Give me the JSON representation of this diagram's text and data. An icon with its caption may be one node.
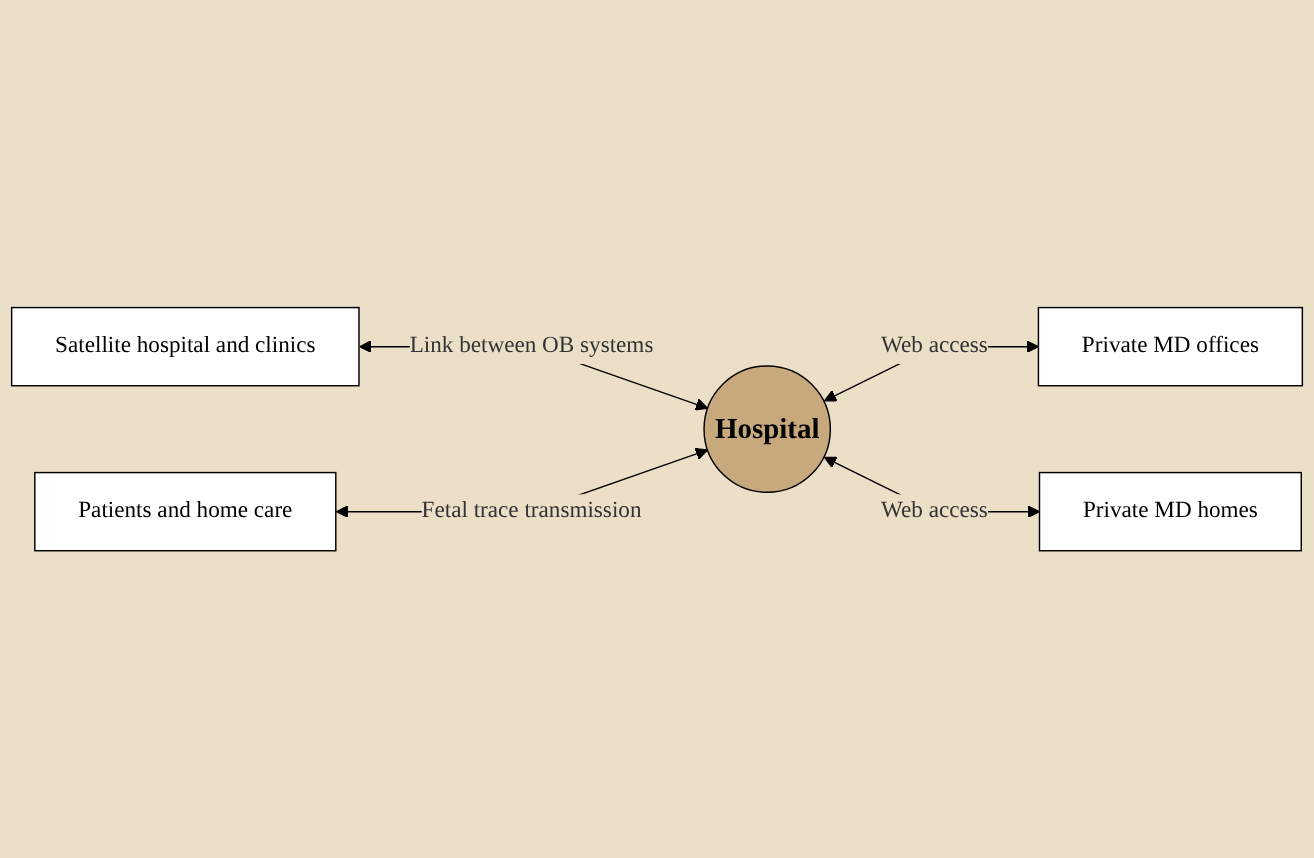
{
  "diagram": {
    "nodes": [
      {
        "text": [
          "Satellite hospital and clinics"
        ]
      },
      {
        "text": [
          "Private MD offices"
        ]
      },
      {
        "text": [
          "Hospital"
        ]
      },
      {
        "text": [
          "Patients and home care"
        ]
      },
      {
        "text": [
          "Private MD homes"
        ]
      }
    ],
    "edges": [
      {
        "from": 0,
        "to": 2,
        "arrow": "both",
        "label": "Link between OB systems"
      },
      {
        "from": 2,
        "to": 1,
        "arrow": "both",
        "label": "Web access"
      },
      {
        "from": 3,
        "to": 2,
        "arrow": "both",
        "label": "Fetal trace transmission"
      },
      {
        "from": 2,
        "to": 4,
        "arrow": "both",
        "label": "Web access"
      }
    ]
  }
}
